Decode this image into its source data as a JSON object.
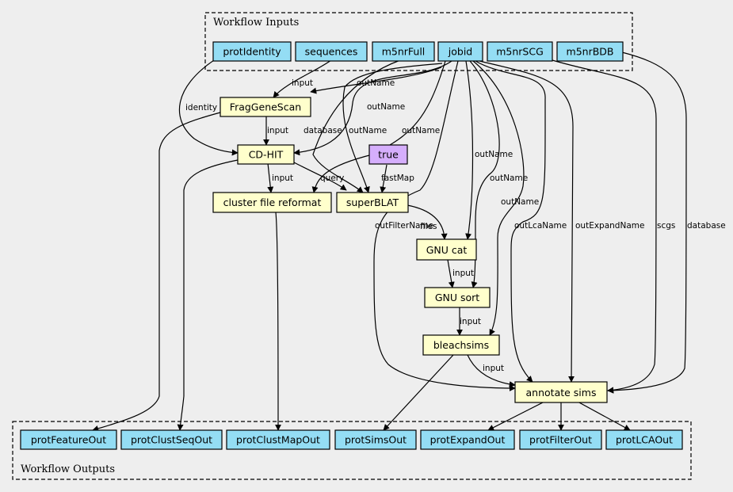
{
  "clusters": {
    "inputs": {
      "label": "Workflow Inputs"
    },
    "outputs": {
      "label": "Workflow Outputs"
    }
  },
  "colors": {
    "io_node": "#94ddf4",
    "step_node": "#ffffcc",
    "param_node": "#d5aefc",
    "background": "#eeeeee"
  },
  "nodes": {
    "protIdentity": {
      "label": "protIdentity",
      "kind": "io"
    },
    "sequences": {
      "label": "sequences",
      "kind": "io"
    },
    "m5nrFull": {
      "label": "m5nrFull",
      "kind": "io"
    },
    "jobid": {
      "label": "jobid",
      "kind": "io"
    },
    "m5nrSCG": {
      "label": "m5nrSCG",
      "kind": "io"
    },
    "m5nrBDB": {
      "label": "m5nrBDB",
      "kind": "io"
    },
    "fraggenescan": {
      "label": "FragGeneScan",
      "kind": "step"
    },
    "cdhit": {
      "label": "CD-HIT",
      "kind": "step"
    },
    "true": {
      "label": "true",
      "kind": "param"
    },
    "clusterreformat": {
      "label": "cluster file reformat",
      "kind": "step"
    },
    "superblat": {
      "label": "superBLAT",
      "kind": "step"
    },
    "gnucat": {
      "label": "GNU cat",
      "kind": "step"
    },
    "gnusort": {
      "label": "GNU sort",
      "kind": "step"
    },
    "bleachsims": {
      "label": "bleachsims",
      "kind": "step"
    },
    "annotatesims": {
      "label": "annotate sims",
      "kind": "step"
    },
    "protFeatureOut": {
      "label": "protFeatureOut",
      "kind": "io"
    },
    "protClustSeqOut": {
      "label": "protClustSeqOut",
      "kind": "io"
    },
    "protClustMapOut": {
      "label": "protClustMapOut",
      "kind": "io"
    },
    "protSimsOut": {
      "label": "protSimsOut",
      "kind": "io"
    },
    "protExpandOut": {
      "label": "protExpandOut",
      "kind": "io"
    },
    "protFilterOut": {
      "label": "protFilterOut",
      "kind": "io"
    },
    "protLCAOut": {
      "label": "protLCAOut",
      "kind": "io"
    }
  },
  "edges": [
    {
      "id": "e1",
      "from": "sequences",
      "to": "fraggenescan",
      "label": "input"
    },
    {
      "id": "e2",
      "from": "jobid",
      "to": "fraggenescan",
      "label": "outName"
    },
    {
      "id": "e3",
      "from": "protIdentity",
      "to": "cdhit",
      "label": "identity"
    },
    {
      "id": "e4",
      "from": "fraggenescan",
      "to": "cdhit",
      "label": "input"
    },
    {
      "id": "e5",
      "from": "jobid",
      "to": "cdhit",
      "label": "outName"
    },
    {
      "id": "e6",
      "from": "cdhit",
      "to": "clusterreformat",
      "label": "input"
    },
    {
      "id": "e7",
      "from": "jobid",
      "to": "clusterreformat",
      "label": "outName"
    },
    {
      "id": "e8",
      "from": "m5nrFull",
      "to": "superblat",
      "label": "database"
    },
    {
      "id": "e9",
      "from": "jobid",
      "to": "superblat",
      "label": "outName"
    },
    {
      "id": "e10",
      "from": "cdhit",
      "to": "superblat",
      "label": "query"
    },
    {
      "id": "e11",
      "from": "true",
      "to": "superblat",
      "label": "fastMap"
    },
    {
      "id": "e12",
      "from": "superblat",
      "to": "gnucat",
      "label": "files"
    },
    {
      "id": "e13",
      "from": "jobid",
      "to": "gnucat",
      "label": "outName"
    },
    {
      "id": "e14",
      "from": "gnucat",
      "to": "gnusort",
      "label": "input"
    },
    {
      "id": "e15",
      "from": "jobid",
      "to": "gnusort",
      "label": "outName"
    },
    {
      "id": "e16",
      "from": "gnusort",
      "to": "bleachsims",
      "label": "input"
    },
    {
      "id": "e17",
      "from": "jobid",
      "to": "bleachsims",
      "label": "outName"
    },
    {
      "id": "e18",
      "from": "bleachsims",
      "to": "annotatesims",
      "label": "input"
    },
    {
      "id": "e19",
      "from": "jobid",
      "to": "annotatesims",
      "label": "outFilterName"
    },
    {
      "id": "e20",
      "from": "jobid",
      "to": "annotatesims",
      "label": "outLcaName"
    },
    {
      "id": "e21",
      "from": "jobid",
      "to": "annotatesims",
      "label": "outExpandName"
    },
    {
      "id": "e22",
      "from": "m5nrSCG",
      "to": "annotatesims",
      "label": "scgs"
    },
    {
      "id": "e23",
      "from": "m5nrBDB",
      "to": "annotatesims",
      "label": "database"
    },
    {
      "id": "e24",
      "from": "fraggenescan",
      "to": "protFeatureOut",
      "label": ""
    },
    {
      "id": "e25",
      "from": "cdhit",
      "to": "protClustSeqOut",
      "label": ""
    },
    {
      "id": "e26",
      "from": "clusterreformat",
      "to": "protClustMapOut",
      "label": ""
    },
    {
      "id": "e27",
      "from": "bleachsims",
      "to": "protSimsOut",
      "label": ""
    },
    {
      "id": "e28",
      "from": "annotatesims",
      "to": "protExpandOut",
      "label": ""
    },
    {
      "id": "e29",
      "from": "annotatesims",
      "to": "protFilterOut",
      "label": ""
    },
    {
      "id": "e30",
      "from": "annotatesims",
      "to": "protLCAOut",
      "label": ""
    }
  ]
}
